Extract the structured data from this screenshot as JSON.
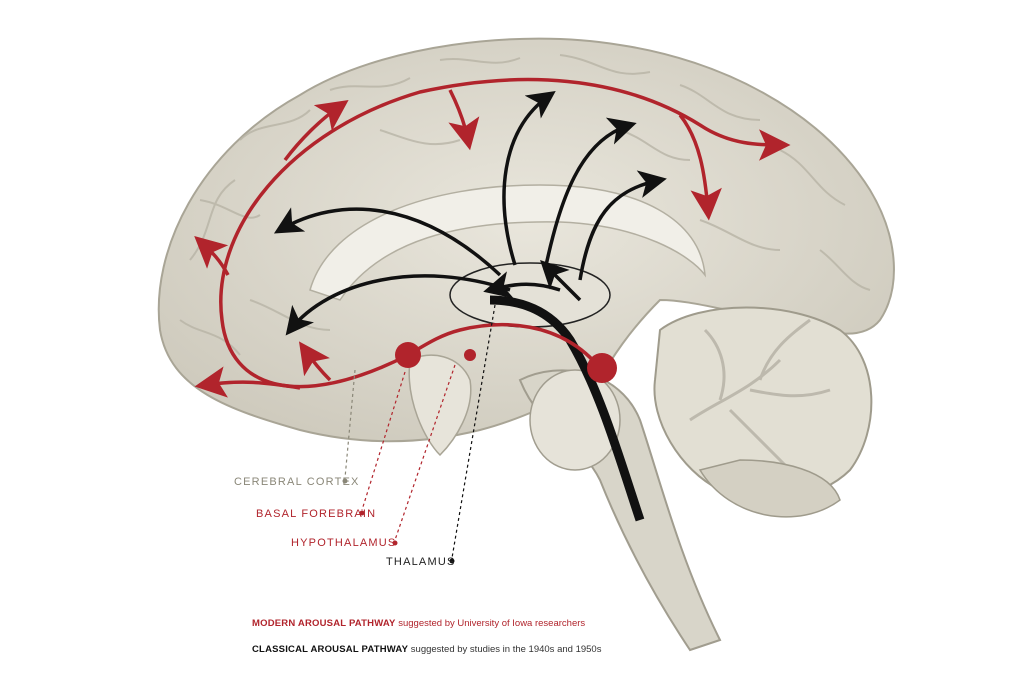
{
  "labels": {
    "cerebral_cortex": "CEREBRAL CORTEX",
    "basal_forebrain": "BASAL FOREBRAIN",
    "hypothalamus": "HYPOTHALAMUS",
    "thalamus": "THALAMUS"
  },
  "legend": {
    "modern": {
      "key": "MODERN AROUSAL PATHWAY",
      "description": "suggested by University of Iowa researchers",
      "color": "#b1242c"
    },
    "classical": {
      "key": "CLASSICAL AROUSAL PATHWAY",
      "description": "suggested by studies in the 1940s and 1950s",
      "color": "#111111"
    }
  },
  "colors": {
    "brain_tissue": "#dedbd0",
    "brain_outline": "#a9a596",
    "modern_pathway": "#b1242c",
    "classical_pathway": "#111111",
    "cortex_leader": "#8a8778"
  }
}
